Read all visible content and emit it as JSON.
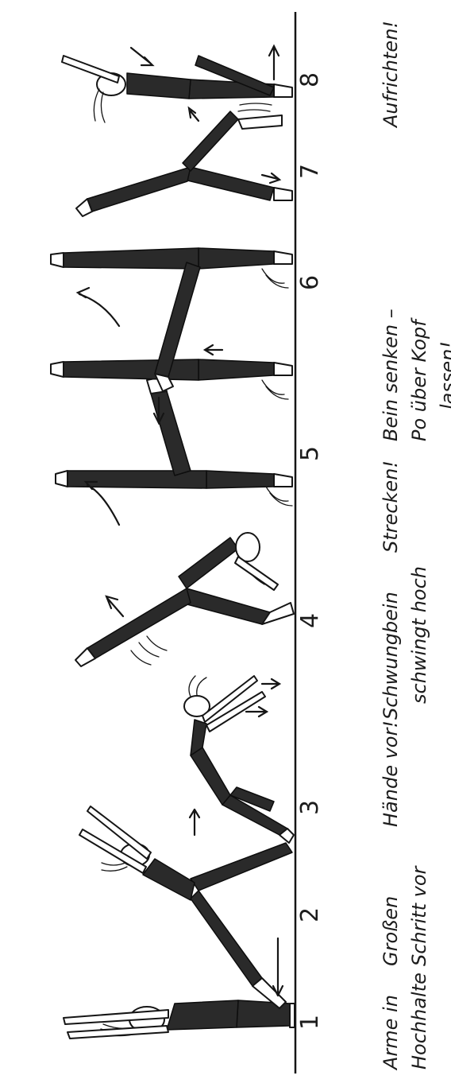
{
  "figure": {
    "steps": [
      {
        "number": "1",
        "caption_line1": "Arme in",
        "caption_line2": "Hochhalte",
        "caption_line3": ""
      },
      {
        "number": "2",
        "caption_line1": "Großen",
        "caption_line2": "Schritt vor",
        "caption_line3": ""
      },
      {
        "number": "3",
        "caption_line1": "Hände vor!",
        "caption_line2": "",
        "caption_line3": ""
      },
      {
        "number": "4",
        "caption_line1": "Schwungbein",
        "caption_line2": "schwingt hoch",
        "caption_line3": ""
      },
      {
        "number": "5",
        "caption_line1": "Strecken!",
        "caption_line2": "",
        "caption_line3": ""
      },
      {
        "number": "6",
        "caption_line1": "Bein senken –",
        "caption_line2": "Po über Kopf",
        "caption_line3": "lassen!"
      },
      {
        "number": "7",
        "caption_line1": "",
        "caption_line2": "",
        "caption_line3": ""
      },
      {
        "number": "8",
        "caption_line1": "Aufrichten!",
        "caption_line2": "",
        "caption_line3": ""
      }
    ]
  }
}
